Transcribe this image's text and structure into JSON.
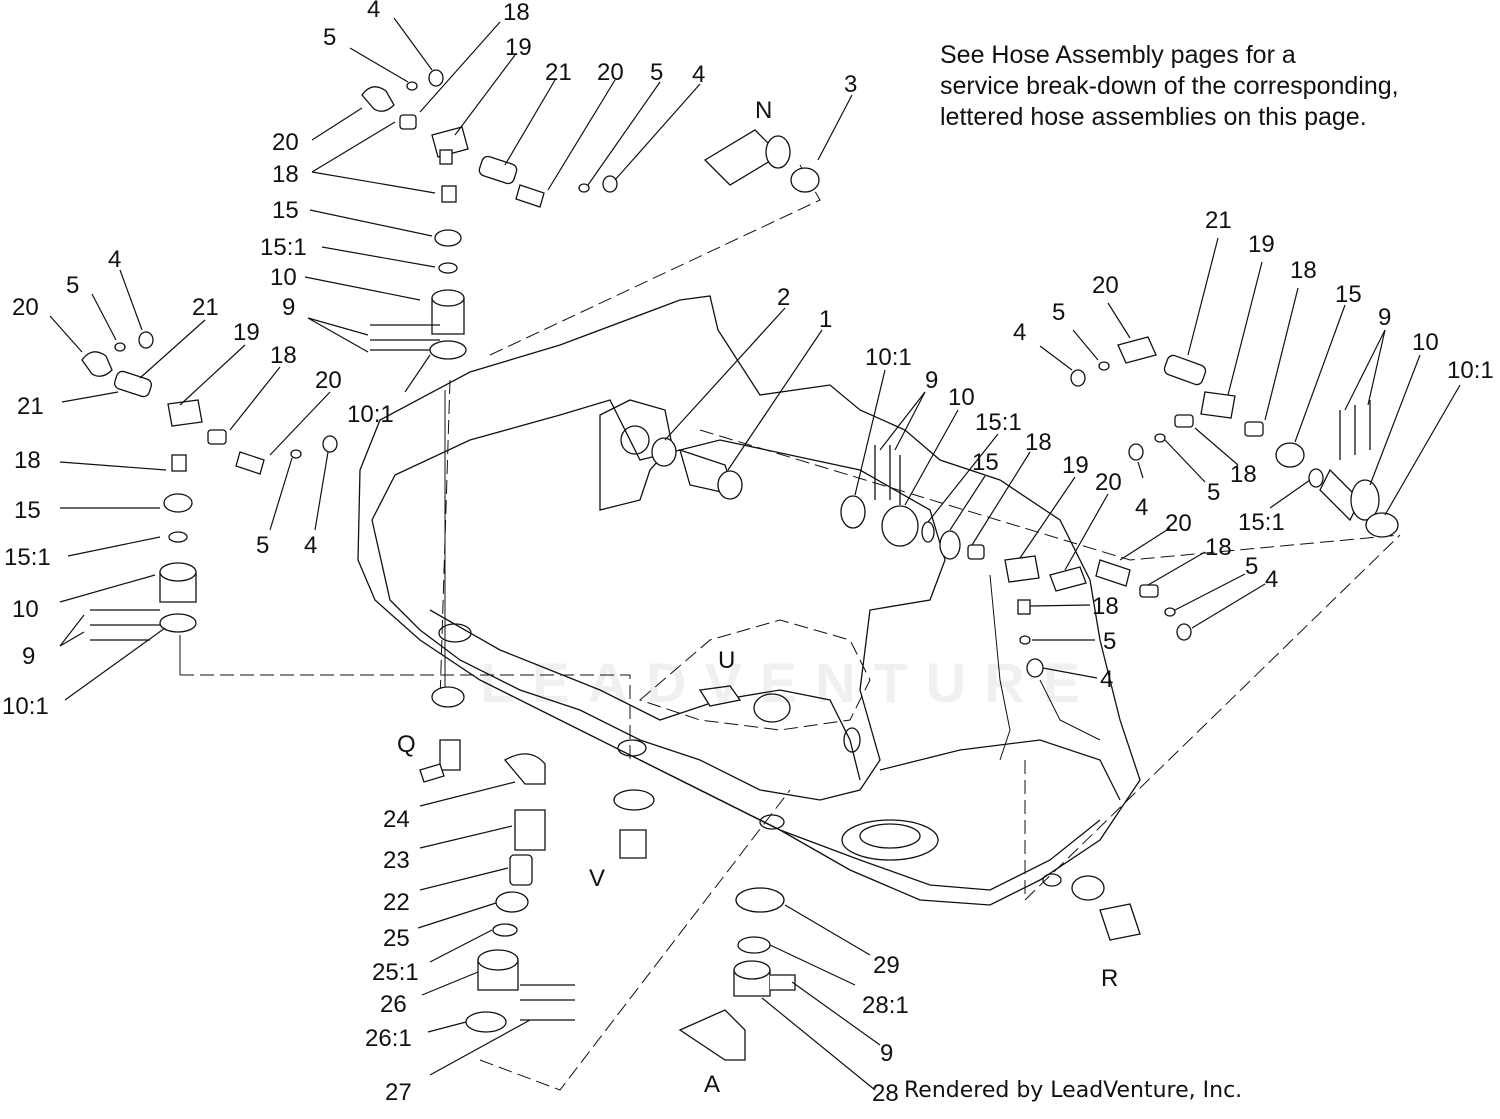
{
  "note": {
    "lines": [
      "See Hose Assembly pages for a",
      "service break-down of the corresponding,",
      "lettered hose assemblies on this page."
    ]
  },
  "credit": "Rendered by LeadVenture, Inc.",
  "watermark": "LEADVENTURE",
  "hose_letters": [
    "N",
    "U",
    "Q",
    "V",
    "A",
    "R"
  ],
  "callouts": {
    "tl_4": "4",
    "tl_5": "5",
    "tl_18": "18",
    "tl_19": "19",
    "tl_20": "20",
    "tl_18b": "18",
    "tl_15": "15",
    "tl_15_1": "15:1",
    "tl_10": "10",
    "tl_9": "9",
    "tl_10_1": "10:1",
    "tl_21": "21",
    "tl_20b": "20",
    "tl_5b": "5",
    "tl_4b": "4",
    "n_3": "3",
    "l_4": "4",
    "l_5": "5",
    "l_20": "20",
    "l_21": "21",
    "l_19": "19",
    "l_21b": "21",
    "l_18": "18",
    "l_20b": "20",
    "l_18b": "18",
    "l_15": "15",
    "l_15_1": "15:1",
    "l_10": "10",
    "l_9": "9",
    "l_10_1": "10:1",
    "l_5b": "5",
    "l_4b": "4",
    "c_2": "2",
    "c_1": "1",
    "m_10_1": "10:1",
    "m_9": "9",
    "m_10": "10",
    "m_15_1": "15:1",
    "m_15": "15",
    "m_18": "18",
    "m_19": "19",
    "m_20": "20",
    "m_20b": "20",
    "m_18b": "18",
    "m_5": "5",
    "m_4": "4",
    "m_18c": "18",
    "m_5b": "5",
    "m_4b": "4",
    "r_21": "21",
    "r_19": "19",
    "r_18": "18",
    "r_20": "20",
    "r_5": "5",
    "r_4": "4",
    "r_15": "15",
    "r_9": "9",
    "r_10": "10",
    "r_10_1": "10:1",
    "r_18b": "18",
    "r_4b": "4",
    "r_5b": "5",
    "r_15_1": "15:1",
    "b_24": "24",
    "b_23": "23",
    "b_22": "22",
    "b_25": "25",
    "b_25_1": "25:1",
    "b_26": "26",
    "b_26_1": "26:1",
    "b_27": "27",
    "a_29": "29",
    "a_28_1": "28:1",
    "a_9": "9",
    "a_28": "28"
  }
}
